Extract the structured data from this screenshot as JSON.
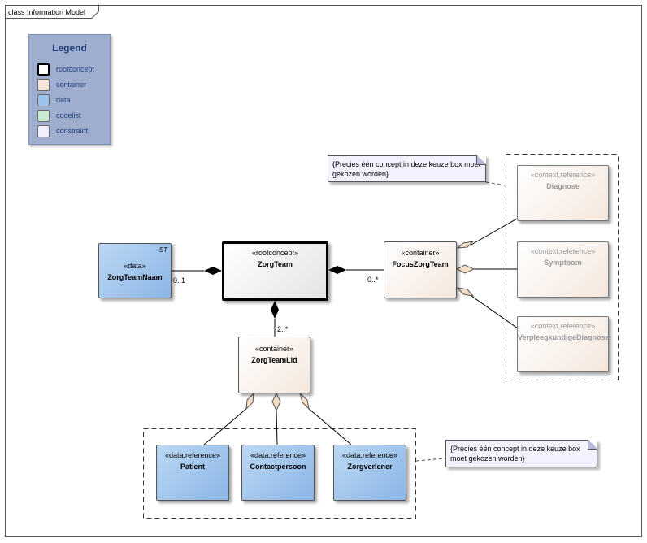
{
  "frame": {
    "title": "class Information Model"
  },
  "legend": {
    "title": "Legend",
    "items": [
      {
        "label": "rootconcept",
        "color": "#ffffff"
      },
      {
        "label": "container",
        "color": "#f6e5d9"
      },
      {
        "label": "data",
        "color": "#9cc3ec"
      },
      {
        "label": "codelist",
        "color": "#c9ecd1"
      },
      {
        "label": "constraint",
        "color": "#f0f0fc"
      }
    ]
  },
  "classes": {
    "zorgteamnaam": {
      "stereotype": "«data»",
      "name": "ZorgTeamNaam",
      "tag": "ST"
    },
    "zorgteam": {
      "stereotype": "«rootconcept»",
      "name": "ZorgTeam"
    },
    "focuszorgteam": {
      "stereotype": "«container»",
      "name": "FocusZorgTeam"
    },
    "zorgteamlid": {
      "stereotype": "«container»",
      "name": "ZorgTeamLid"
    },
    "diagnose": {
      "stereotype": "«context,reference»",
      "name": "Diagnose"
    },
    "symptoom": {
      "stereotype": "«context,reference»",
      "name": "Symptoom"
    },
    "verpleegkundigediagnose": {
      "stereotype": "«context,reference»",
      "name": "VerpleegkundigeDiagnose"
    },
    "patient": {
      "stereotype": "«data,reference»",
      "name": "Patient"
    },
    "contactpersoon": {
      "stereotype": "«data,reference»",
      "name": "Contactpersoon"
    },
    "zorgverlener": {
      "stereotype": "«data,reference»",
      "name": "Zorgverlener"
    }
  },
  "notes": {
    "focus_constraint": "{Precies één concept in deze keuze box moet gekozen worden}",
    "lid_constraint": "{Precies één concept in deze keuze box moet gekozen worden}"
  },
  "multiplicities": {
    "zorgteamnaam": "0..1",
    "focuszorgteam": "0..*",
    "zorgteamlid": "2..*"
  }
}
